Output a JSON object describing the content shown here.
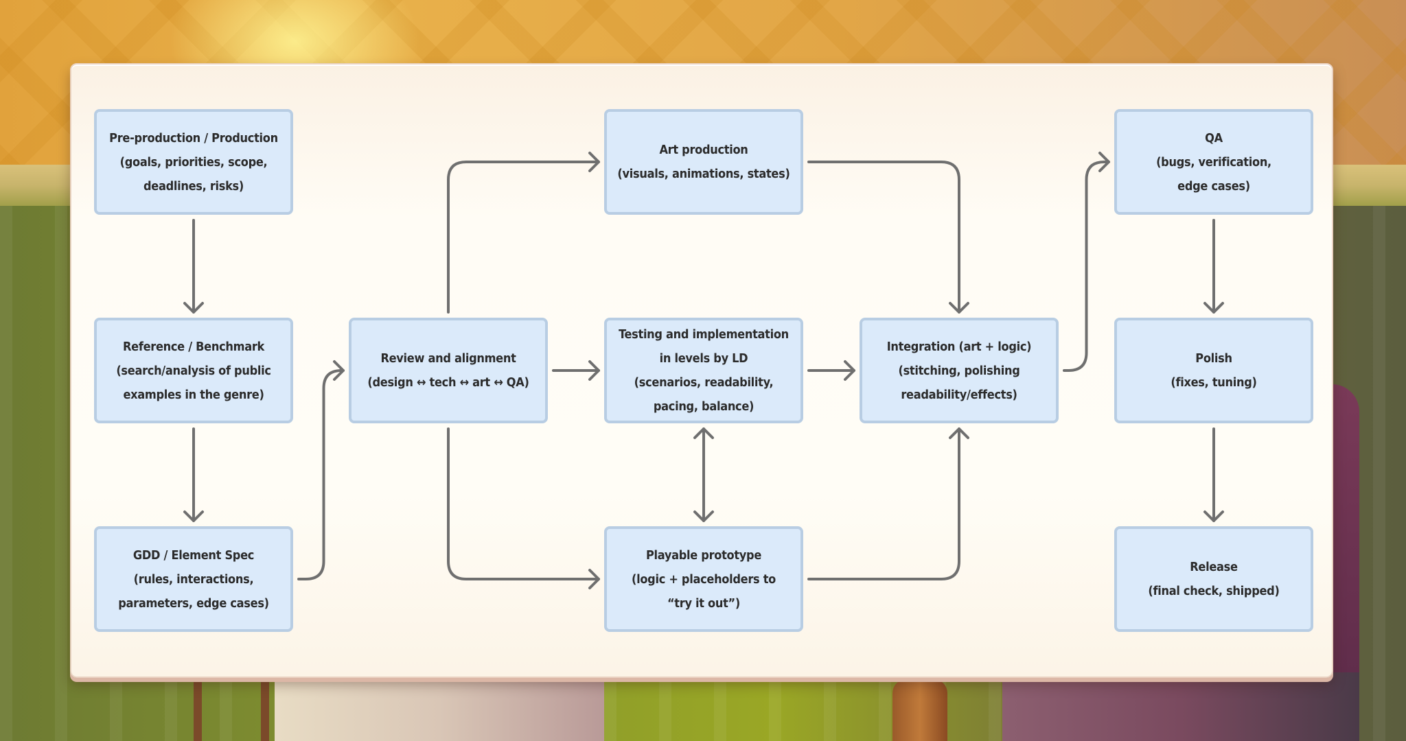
{
  "diagram": {
    "type": "flowchart",
    "colors": {
      "node_fill": "#dbeafa",
      "node_border": "#b8cde3",
      "edge": "#6f6f6f",
      "board": "#fffdf6",
      "text": "#2b2b2b"
    },
    "nodes": [
      {
        "id": "preproduction",
        "lines": [
          "Pre-production / Production",
          "(goals, priorities, scope,",
          "deadlines, risks)"
        ]
      },
      {
        "id": "reference",
        "lines": [
          "Reference / Benchmark",
          "(search/analysis of public",
          "examples in the genre)"
        ]
      },
      {
        "id": "gdd",
        "lines": [
          "GDD / Element Spec",
          "(rules, interactions,",
          "parameters, edge cases)"
        ]
      },
      {
        "id": "review",
        "lines": [
          "Review and alignment",
          "(design ↔ tech ↔ art ↔ QA)"
        ]
      },
      {
        "id": "art",
        "lines": [
          "Art production",
          "(visuals, animations, states)"
        ]
      },
      {
        "id": "testing",
        "lines": [
          "Testing and implementation",
          "in levels by LD",
          "(scenarios, readability,",
          "pacing, balance)"
        ]
      },
      {
        "id": "prototype",
        "lines": [
          "Playable prototype",
          "(logic + placeholders to",
          "“try it out”)"
        ]
      },
      {
        "id": "integration",
        "lines": [
          "Integration (art + logic)",
          "(stitching, polishing",
          "readability/effects)"
        ]
      },
      {
        "id": "qa",
        "lines": [
          "QA",
          "(bugs, verification,",
          "edge cases)"
        ]
      },
      {
        "id": "polish",
        "lines": [
          "Polish",
          "(fixes, tuning)"
        ]
      },
      {
        "id": "release",
        "lines": [
          "Release",
          "(final check, shipped)"
        ]
      }
    ],
    "edges": [
      {
        "from": "preproduction",
        "to": "reference",
        "direction": "forward"
      },
      {
        "from": "reference",
        "to": "gdd",
        "direction": "forward"
      },
      {
        "from": "gdd",
        "to": "review",
        "direction": "forward"
      },
      {
        "from": "review",
        "to": "art",
        "direction": "forward"
      },
      {
        "from": "review",
        "to": "testing",
        "direction": "forward"
      },
      {
        "from": "review",
        "to": "prototype",
        "direction": "forward"
      },
      {
        "from": "testing",
        "to": "prototype",
        "direction": "bidirectional"
      },
      {
        "from": "art",
        "to": "integration",
        "direction": "forward"
      },
      {
        "from": "testing",
        "to": "integration",
        "direction": "forward"
      },
      {
        "from": "prototype",
        "to": "integration",
        "direction": "forward"
      },
      {
        "from": "integration",
        "to": "qa",
        "direction": "forward"
      },
      {
        "from": "qa",
        "to": "polish",
        "direction": "forward"
      },
      {
        "from": "polish",
        "to": "release",
        "direction": "forward"
      }
    ]
  }
}
